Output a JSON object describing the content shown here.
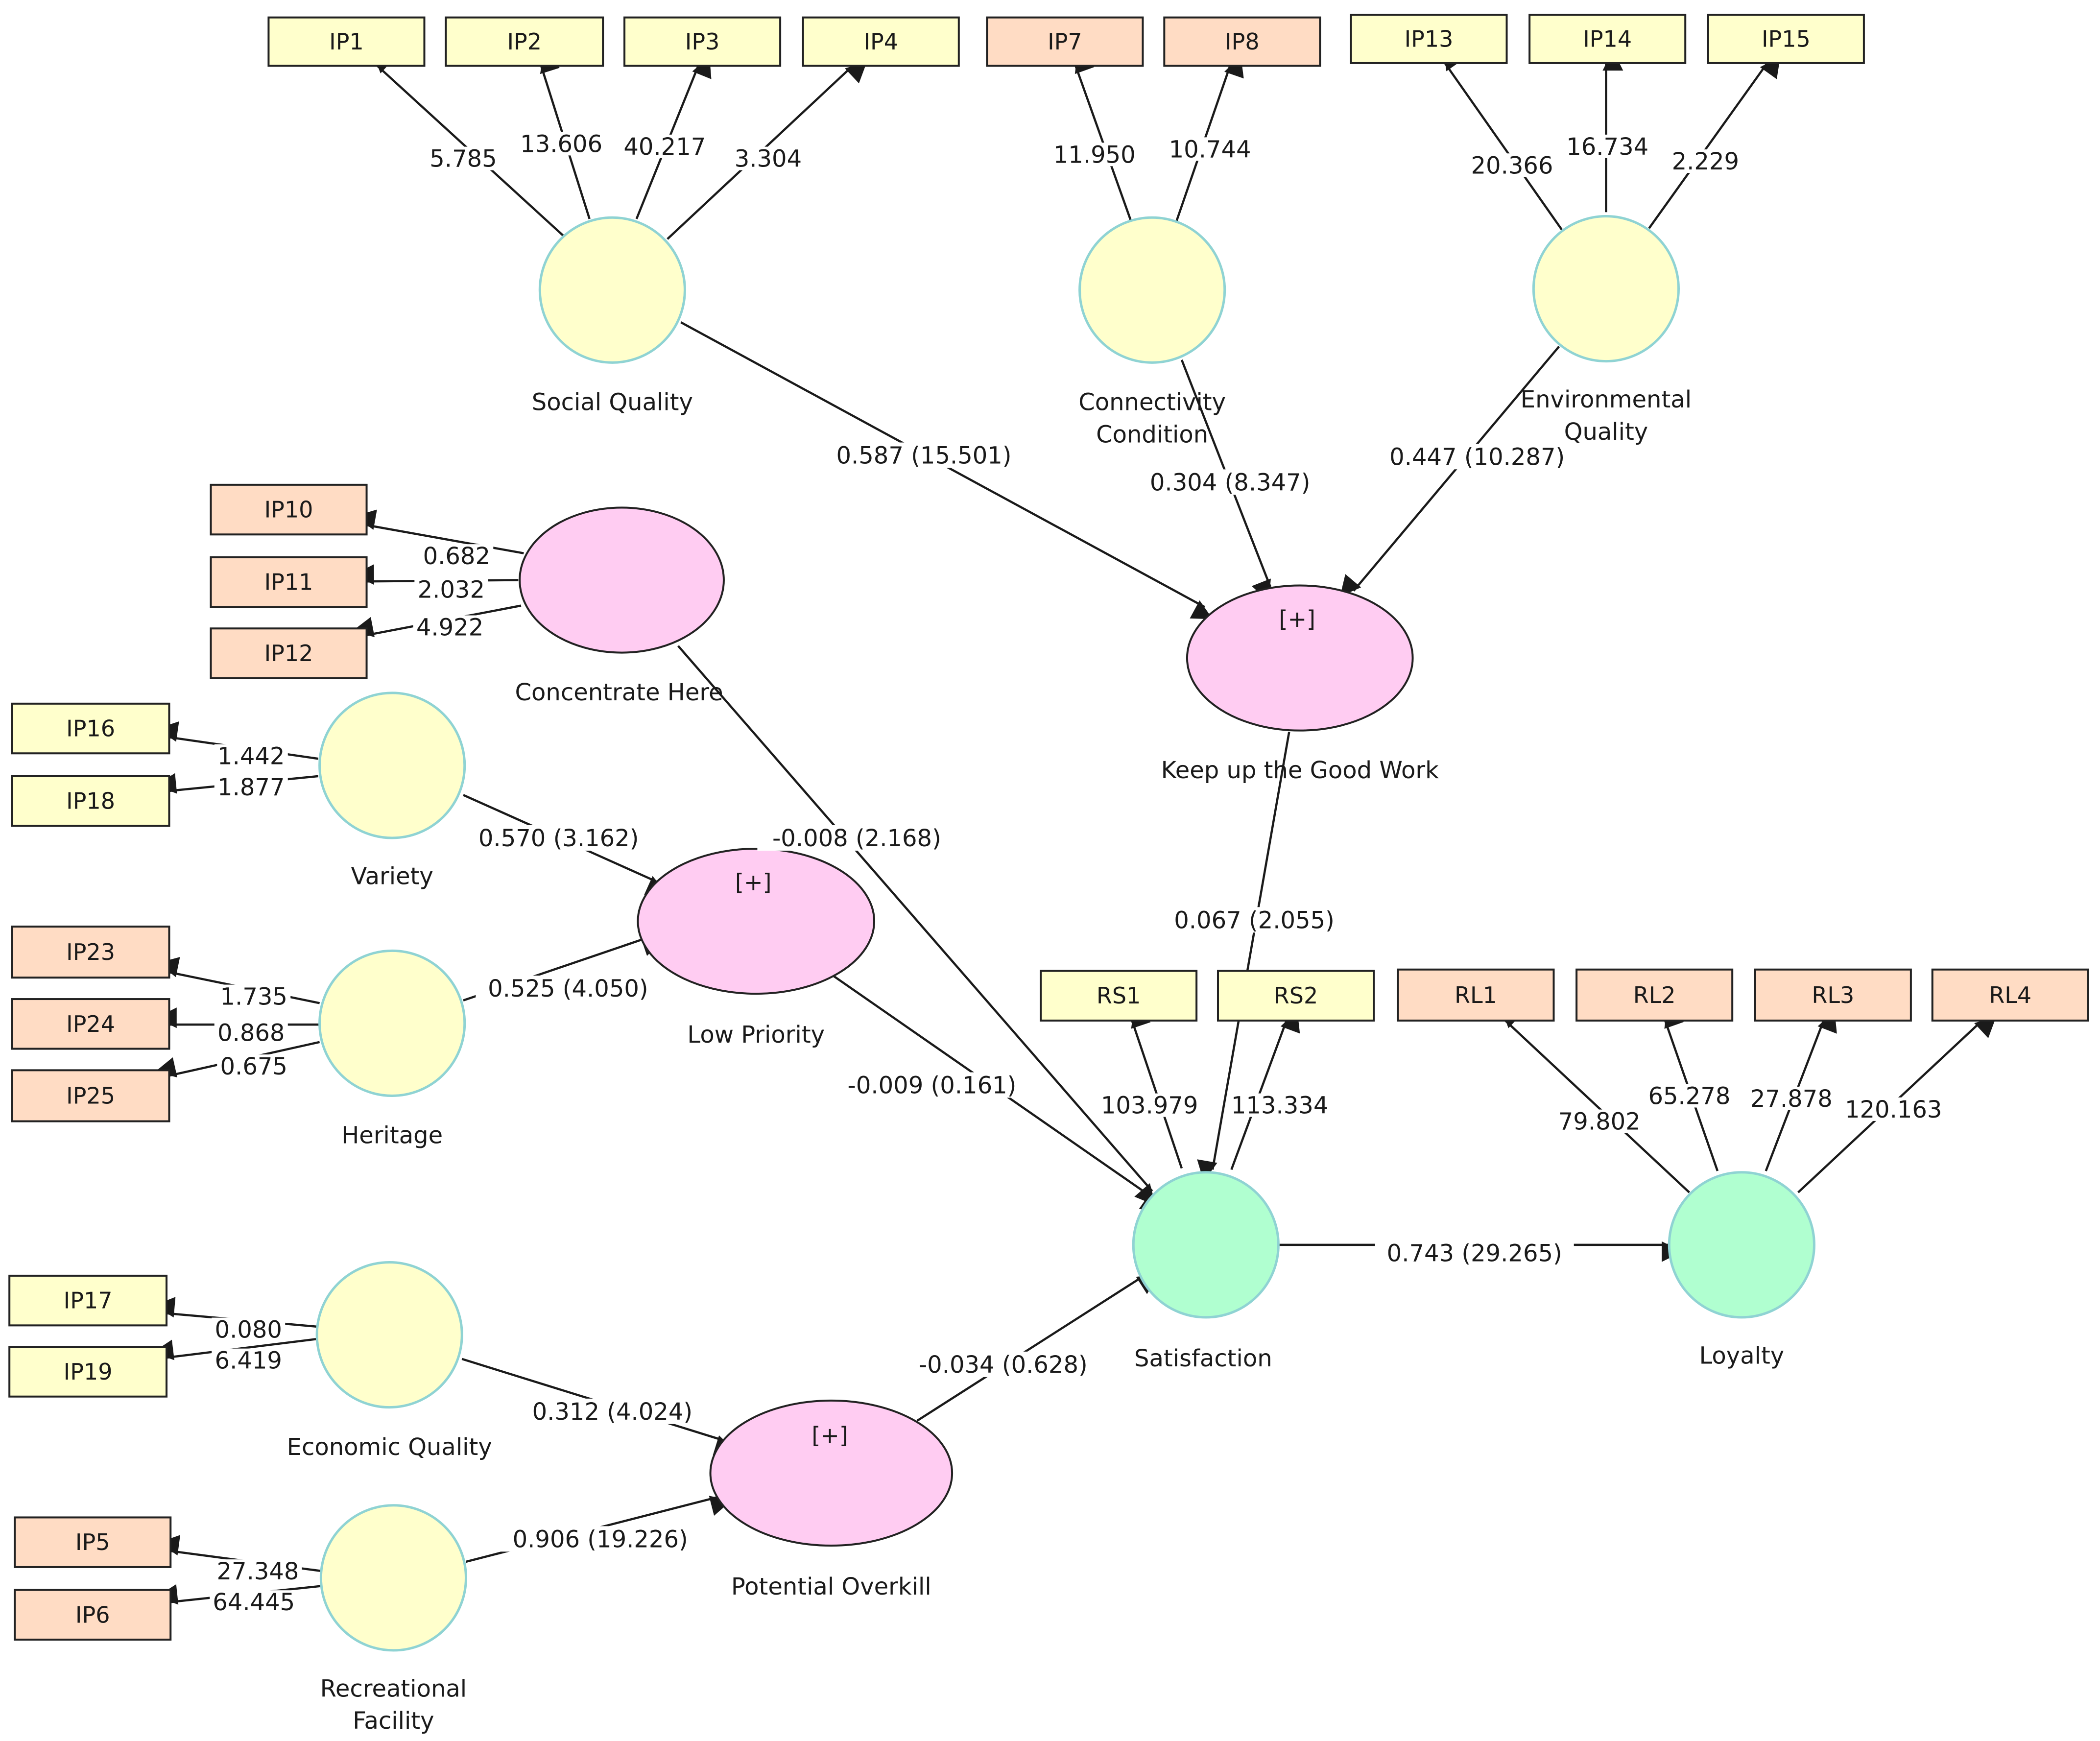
{
  "colors": {
    "indicator_yellow": "#ffffcc",
    "indicator_peach": "#ffdcc4",
    "construct_yellow": "#ffffcc",
    "construct_pink": "#ffccf2",
    "construct_green": "#b0ffd0",
    "node_stroke": "#8fd3d3",
    "edge": "#1a1a1a"
  },
  "icons": {
    "arrowhead": "arrowhead-icon"
  },
  "indicators": [
    {
      "id": "IP1",
      "label": "IP1",
      "fill": "yellow"
    },
    {
      "id": "IP2",
      "label": "IP2",
      "fill": "yellow"
    },
    {
      "id": "IP3",
      "label": "IP3",
      "fill": "yellow"
    },
    {
      "id": "IP4",
      "label": "IP4",
      "fill": "yellow"
    },
    {
      "id": "IP7",
      "label": "IP7",
      "fill": "peach"
    },
    {
      "id": "IP8",
      "label": "IP8",
      "fill": "peach"
    },
    {
      "id": "IP13",
      "label": "IP13",
      "fill": "yellow"
    },
    {
      "id": "IP14",
      "label": "IP14",
      "fill": "yellow"
    },
    {
      "id": "IP15",
      "label": "IP15",
      "fill": "yellow"
    },
    {
      "id": "IP10",
      "label": "IP10",
      "fill": "peach"
    },
    {
      "id": "IP11",
      "label": "IP11",
      "fill": "peach"
    },
    {
      "id": "IP12",
      "label": "IP12",
      "fill": "peach"
    },
    {
      "id": "IP16",
      "label": "IP16",
      "fill": "yellow"
    },
    {
      "id": "IP18",
      "label": "IP18",
      "fill": "yellow"
    },
    {
      "id": "IP23",
      "label": "IP23",
      "fill": "peach"
    },
    {
      "id": "IP24",
      "label": "IP24",
      "fill": "peach"
    },
    {
      "id": "IP25",
      "label": "IP25",
      "fill": "peach"
    },
    {
      "id": "IP17",
      "label": "IP17",
      "fill": "yellow"
    },
    {
      "id": "IP19",
      "label": "IP19",
      "fill": "yellow"
    },
    {
      "id": "IP5",
      "label": "IP5",
      "fill": "peach"
    },
    {
      "id": "IP6",
      "label": "IP6",
      "fill": "peach"
    },
    {
      "id": "RS1",
      "label": "RS1",
      "fill": "yellow"
    },
    {
      "id": "RS2",
      "label": "RS2",
      "fill": "yellow"
    },
    {
      "id": "RL1",
      "label": "RL1",
      "fill": "peach"
    },
    {
      "id": "RL2",
      "label": "RL2",
      "fill": "peach"
    },
    {
      "id": "RL3",
      "label": "RL3",
      "fill": "peach"
    },
    {
      "id": "RL4",
      "label": "RL4",
      "fill": "peach"
    }
  ],
  "constructs": [
    {
      "id": "social",
      "label": [
        "Social Quality"
      ],
      "fill": "yellow",
      "tag": ""
    },
    {
      "id": "connectivity",
      "label": [
        "Connectivity",
        "Condition"
      ],
      "fill": "yellow",
      "tag": ""
    },
    {
      "id": "environmental",
      "label": [
        "Environmental",
        "Quality"
      ],
      "fill": "yellow",
      "tag": ""
    },
    {
      "id": "concentrate",
      "label": [
        "Concentrate Here"
      ],
      "fill": "pink",
      "tag": ""
    },
    {
      "id": "keepup",
      "label": [
        "Keep up the Good Work"
      ],
      "fill": "pink",
      "tag": "[+]"
    },
    {
      "id": "variety",
      "label": [
        "Variety"
      ],
      "fill": "yellow",
      "tag": ""
    },
    {
      "id": "lowpriority",
      "label": [
        "Low Priority"
      ],
      "fill": "pink",
      "tag": "[+]"
    },
    {
      "id": "heritage",
      "label": [
        "Heritage"
      ],
      "fill": "yellow",
      "tag": ""
    },
    {
      "id": "economic",
      "label": [
        "Economic Quality"
      ],
      "fill": "yellow",
      "tag": ""
    },
    {
      "id": "overkill",
      "label": [
        "Potential Overkill"
      ],
      "fill": "pink",
      "tag": "[+]"
    },
    {
      "id": "recreational",
      "label": [
        "Recreational",
        "Facility"
      ],
      "fill": "yellow",
      "tag": ""
    },
    {
      "id": "satisfaction",
      "label": [
        "Satisfaction"
      ],
      "fill": "green",
      "tag": ""
    },
    {
      "id": "loyalty",
      "label": [
        "Loyalty"
      ],
      "fill": "green",
      "tag": ""
    }
  ],
  "loadings": [
    {
      "from": "social",
      "to": "IP1",
      "value": "5.785"
    },
    {
      "from": "social",
      "to": "IP2",
      "value": "13.606"
    },
    {
      "from": "social",
      "to": "IP3",
      "value": "40.217"
    },
    {
      "from": "social",
      "to": "IP4",
      "value": "3.304"
    },
    {
      "from": "connectivity",
      "to": "IP7",
      "value": "11.950"
    },
    {
      "from": "connectivity",
      "to": "IP8",
      "value": "10.744"
    },
    {
      "from": "environmental",
      "to": "IP13",
      "value": "20.366"
    },
    {
      "from": "environmental",
      "to": "IP14",
      "value": "16.734"
    },
    {
      "from": "environmental",
      "to": "IP15",
      "value": "2.229"
    },
    {
      "from": "concentrate",
      "to": "IP10",
      "value": "0.682"
    },
    {
      "from": "concentrate",
      "to": "IP11",
      "value": "2.032"
    },
    {
      "from": "concentrate",
      "to": "IP12",
      "value": "4.922"
    },
    {
      "from": "variety",
      "to": "IP16",
      "value": "1.442"
    },
    {
      "from": "variety",
      "to": "IP18",
      "value": "1.877"
    },
    {
      "from": "heritage",
      "to": "IP23",
      "value": "1.735"
    },
    {
      "from": "heritage",
      "to": "IP24",
      "value": "0.868"
    },
    {
      "from": "heritage",
      "to": "IP25",
      "value": "0.675"
    },
    {
      "from": "economic",
      "to": "IP17",
      "value": "0.080"
    },
    {
      "from": "economic",
      "to": "IP19",
      "value": "6.419"
    },
    {
      "from": "recreational",
      "to": "IP5",
      "value": "27.348"
    },
    {
      "from": "recreational",
      "to": "IP6",
      "value": "64.445"
    },
    {
      "from": "satisfaction",
      "to": "RS1",
      "value": "103.979"
    },
    {
      "from": "satisfaction",
      "to": "RS2",
      "value": "113.334"
    },
    {
      "from": "loyalty",
      "to": "RL1",
      "value": "79.802"
    },
    {
      "from": "loyalty",
      "to": "RL2",
      "value": "65.278"
    },
    {
      "from": "loyalty",
      "to": "RL3",
      "value": "27.878"
    },
    {
      "from": "loyalty",
      "to": "RL4",
      "value": "120.163"
    }
  ],
  "paths": [
    {
      "from": "social",
      "to": "keepup",
      "value": "0.587 (15.501)"
    },
    {
      "from": "connectivity",
      "to": "keepup",
      "value": "0.304 (8.347)"
    },
    {
      "from": "environmental",
      "to": "keepup",
      "value": "0.447 (10.287)"
    },
    {
      "from": "variety",
      "to": "lowpriority",
      "value": "0.570 (3.162)"
    },
    {
      "from": "heritage",
      "to": "lowpriority",
      "value": "0.525 (4.050)"
    },
    {
      "from": "economic",
      "to": "overkill",
      "value": "0.312 (4.024)"
    },
    {
      "from": "recreational",
      "to": "overkill",
      "value": "0.906 (19.226)"
    },
    {
      "from": "concentrate",
      "to": "satisfaction",
      "value": "-0.008 (2.168)"
    },
    {
      "from": "lowpriority",
      "to": "satisfaction",
      "value": "-0.009 (0.161)"
    },
    {
      "from": "keepup",
      "to": "satisfaction",
      "value": "0.067 (2.055)"
    },
    {
      "from": "overkill",
      "to": "satisfaction",
      "value": "-0.034 (0.628)"
    },
    {
      "from": "satisfaction",
      "to": "loyalty",
      "value": "0.743 (29.265)"
    }
  ]
}
